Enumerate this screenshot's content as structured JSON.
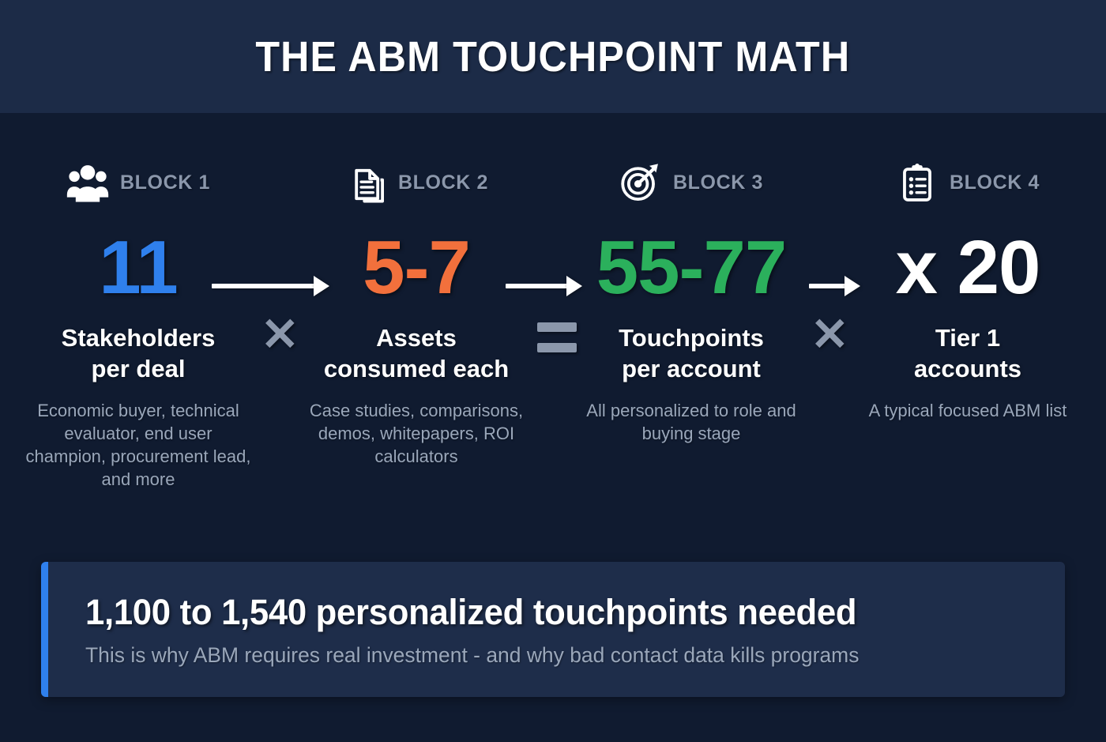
{
  "header": {
    "title": "THE ABM TOUCHPOINT MATH",
    "background": "#1c2b47"
  },
  "canvas": {
    "background": "#101b30"
  },
  "blocks": [
    {
      "icon": "people-group-icon",
      "label": "BLOCK 1",
      "value": "11",
      "value_color": "#2f80ed",
      "title": "Stakeholders\nper deal",
      "title_line1": "Stakeholders",
      "title_line2": "per deal",
      "description": "Economic buyer, technical evaluator, end user champion, procurement lead, and more"
    },
    {
      "icon": "documents-icon",
      "label": "BLOCK 2",
      "value": "5-7",
      "value_color": "#f2703c",
      "title_line1": "Assets",
      "title_line2": "consumed each",
      "description": "Case studies, comparisons, demos, whitepapers, ROI calculators"
    },
    {
      "icon": "target-arrow-icon",
      "label": "BLOCK 3",
      "value": "55-77",
      "value_color": "#2bb05c",
      "title_line1": "Touchpoints",
      "title_line2": "per account",
      "description": "All personalized to role and buying stage"
    },
    {
      "icon": "clipboard-checklist-icon",
      "label": "BLOCK 4",
      "value": "x 20",
      "value_color": "#ffffff",
      "title_line1": "Tier 1",
      "title_line2": "accounts",
      "description": "A typical focused ABM list"
    }
  ],
  "operators": {
    "multiply_1": "✕",
    "multiply_2": "✕",
    "equals": "=",
    "color": "#8b97ab"
  },
  "banner": {
    "title": "1,100 to 1,540 personalized touchpoints needed",
    "subtitle": "This is why ABM requires real investment - and why bad contact data kills programs",
    "accent_color": "#2f80ed",
    "background": "#1e2d4a"
  }
}
